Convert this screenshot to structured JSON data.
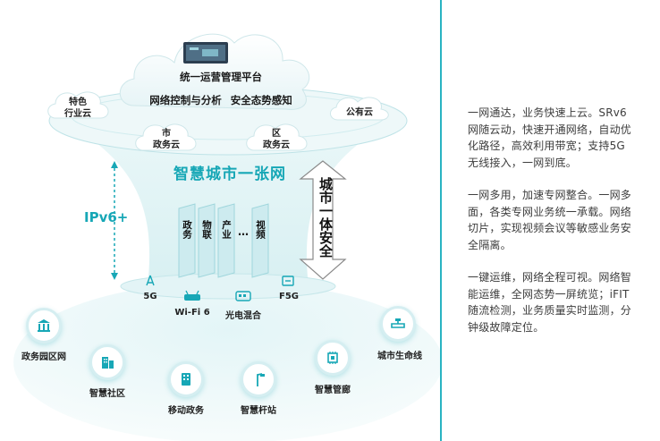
{
  "diagram": {
    "top_cloud": {
      "title": "统一运营管理平台",
      "subtitle": "网络控制与分析  安全态势感知"
    },
    "clouds": {
      "industry": "特色\n行业云",
      "public": "公有云",
      "city": "市\n政务云",
      "district": "区\n政务云"
    },
    "network_name": "智慧城市一张网",
    "ipv6_label": "IPv6+",
    "slices": [
      "政务",
      "物联",
      "产业",
      "视频"
    ],
    "slice_ellipsis": "…",
    "security_label": "城市一体安全",
    "access": {
      "fiveg": "5G",
      "wifi6": "Wi-Fi 6",
      "optical": "光电混合",
      "f5g": "F5G"
    },
    "scenarios": {
      "gov_park": "政务园区网",
      "community": "智慧社区",
      "mobile_gov": "移动政务",
      "pole": "智慧杆站",
      "pipe": "智慧管廊",
      "lifeline": "城市生命线"
    },
    "colors": {
      "accent": "#17a7b6",
      "divider": "#29b3c2"
    }
  },
  "sidebar": {
    "paragraphs": [
      "一网通达，业务快速上云。SRv6网随云动，快速开通网络，自动优化路径，高效利用带宽；支持5G无线接入，一网到底。",
      "一网多用，加速专网整合。一网多面，各类专网业务统一承载。网络切片，实现视频会议等敏感业务安全隔离。",
      "一键运维，网络全程可视。网络智能运维，全网态势一屏统览；iFIT随流检测，业务质量实时监测，分钟级故障定位。"
    ]
  }
}
